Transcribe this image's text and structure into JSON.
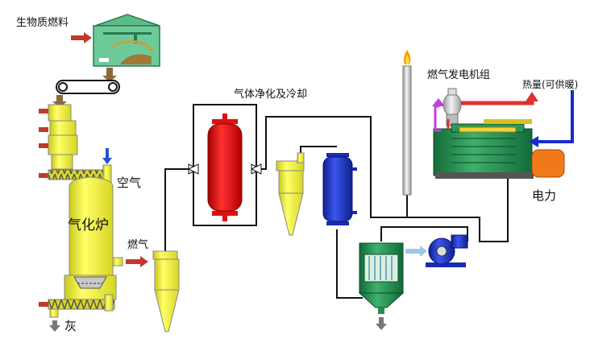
{
  "labels": {
    "biomass_fuel": "生物质燃料",
    "air": "空气",
    "gasifier": "气化炉",
    "fuel_gas": "燃气",
    "ash": "灰",
    "purification": "气体净化及冷却",
    "genset": "燃气发电机组",
    "heat": "热量(可供暖)",
    "power": "电力"
  },
  "colors": {
    "gasifier_yellow": "#f5f53c",
    "heater_red": "#e51111",
    "cooler_blue": "#2233cc",
    "engine_green": "#1c8a4a",
    "filter_green": "#2a9a5a",
    "flow_arrow": "#c0392b",
    "hot_line": "#e03030",
    "cold_line": "#1a2bd0",
    "exhaust_line": "#c040e0",
    "air_arrow": "#8ab8e0",
    "pipe": "#111111"
  }
}
